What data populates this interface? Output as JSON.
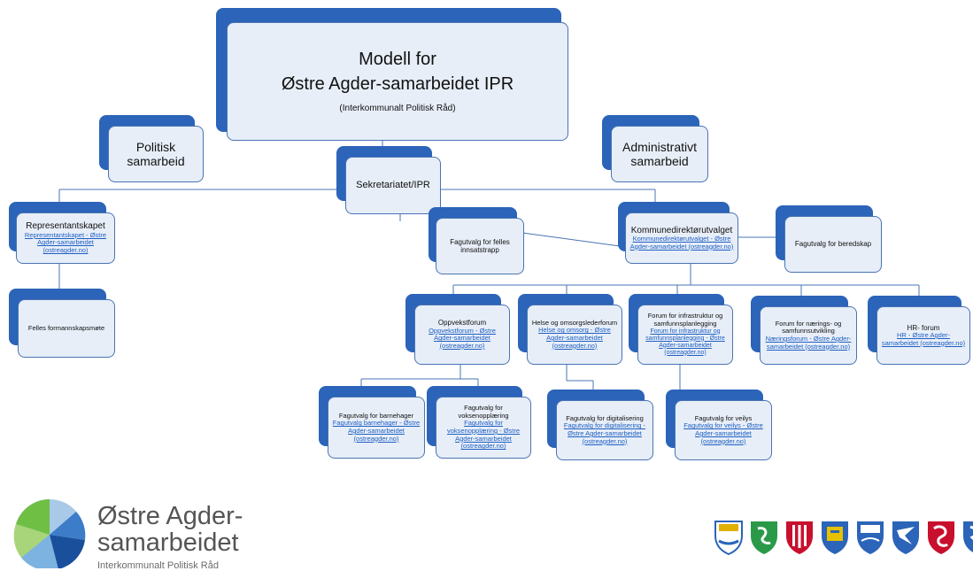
{
  "main_title": {
    "line1": "Modell for",
    "line2": "Østre Agder-samarbeidet IPR",
    "sub": "(Interkommunalt Politisk Råd)"
  },
  "boxes": {
    "politisk": {
      "title": "Politisk samarbeid"
    },
    "administrativt": {
      "title": "Administrativt samarbeid"
    },
    "sekretariatet": {
      "title": "Sekretariatet/IPR"
    },
    "representantskapet": {
      "title": "Representantskapet",
      "link": "Representantskapet - Østre Agder-samarbeidet (ostreagder.no)"
    },
    "felles_formannskap": {
      "title": "Felles formannskapsmøte"
    },
    "fagutvalg_innsatstrapp": {
      "title": "Fagutvalg for felles innsatstrapp"
    },
    "kommunedirektor": {
      "title": "Kommunedirektørutvalget",
      "link": "Kommunedirektørutvalget - Østre Agder-samarbeidet (ostreagder.no)"
    },
    "fagutvalg_beredskap": {
      "title": "Fagutvalg for beredskap"
    },
    "oppvekstforum": {
      "title": "Oppvekstforum",
      "link": "Oppvekstforum - Østre Agder-samarbeidet (ostreagder.no)"
    },
    "helse": {
      "title": "Helse og omsorgslederforum",
      "link": "Helse og omsorg - Østre Agder-samarbeidet (ostreagder.no)"
    },
    "infrastruktur": {
      "title": "Forum for infrastruktur og samfunnsplanlegging",
      "link": "Forum for infrastruktur og samfunnsplanlegging - Østre Agder-samarbeidet (ostreagder.no)"
    },
    "naering": {
      "title": "Forum for nærings- og samfunnsutvikling",
      "link": "Næringsforum - Østre Agder-samarbeidet (ostreagder.no)"
    },
    "hr": {
      "title": "HR- forum",
      "link": "HR - Østre Agder-samarbeidet (ostreagder.no)"
    },
    "barnehager": {
      "title": "Fagutvalg for barnehager",
      "link": "Fagutvalg barnehager - Østre Agder-samarbeidet (ostreagder.no)"
    },
    "voksenopplaering": {
      "title": "Fagutvalg for voksenopplæring",
      "link": "Fagutvalg for voksenopplæring - Østre Agder-samarbeidet (ostreagder.no)"
    },
    "digitalisering": {
      "title": "Fagutvalg for digitalisering",
      "link": "Fagutvalg for digitalisering - Østre Agder-samarbeidet (ostreagder.no)"
    },
    "veilys": {
      "title": "Fagutvalg for veilys",
      "link": "Fagutvalg for veilys - Østre Agder-samarbeidet (ostreagder.no)"
    }
  },
  "logo": {
    "line1": "Østre Agder-",
    "line2": "samarbeidet",
    "line3": "Interkommunalt Politisk Råd"
  },
  "colors": {
    "box_back": "#2b64b8",
    "box_front": "#e7eef8",
    "link": "#1f5fc2",
    "line": "#4a74b4"
  },
  "shields": [
    {
      "name": "shield-1-icon",
      "bg": "#ffffff",
      "fg": "#2b64b8"
    },
    {
      "name": "shield-2-icon",
      "bg": "#2a9a48",
      "fg": "#ffffff"
    },
    {
      "name": "shield-3-icon",
      "bg": "#c8102e",
      "fg": "#ffffff"
    },
    {
      "name": "shield-4-icon",
      "bg": "#2b64b8",
      "fg": "#e5c100"
    },
    {
      "name": "shield-5-icon",
      "bg": "#2b64b8",
      "fg": "#ffffff"
    },
    {
      "name": "shield-6-icon",
      "bg": "#2b64b8",
      "fg": "#ffffff"
    },
    {
      "name": "shield-7-icon",
      "bg": "#c8102e",
      "fg": "#ffffff"
    },
    {
      "name": "shield-8-icon",
      "bg": "#2b64b8",
      "fg": "#ffffff"
    }
  ]
}
